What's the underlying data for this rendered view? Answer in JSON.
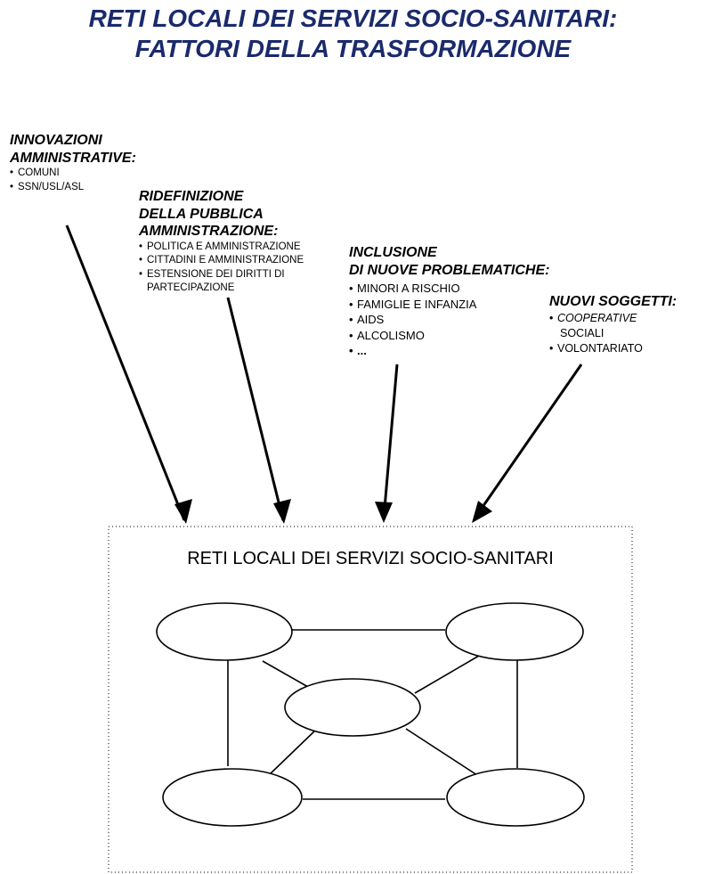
{
  "title": {
    "line1": "RETI LOCALI DEI SERVIZI SOCIO-SANITARI:",
    "line2": "FATTORI DELLA TRASFORMAZIONE"
  },
  "factors": [
    {
      "heading": [
        "INNOVAZIONI",
        "AMMINISTRATIVE:"
      ],
      "items": [
        "COMUNI",
        "SSN/USL/ASL"
      ],
      "bullet": "•"
    },
    {
      "heading": [
        "RIDEFINIZIONE",
        "DELLA PUBBLICA",
        "AMMINISTRAZIONE:"
      ],
      "items": [
        "POLITICA E AMMINISTRAZIONE",
        "CITTADINI E AMMINISTRAZIONE",
        "ESTENSIONE DEI DIRITTI DI",
        "PARTECIPAZIONE"
      ],
      "bullet": "•"
    },
    {
      "heading": [
        "INCLUSIONE",
        "DI NUOVE PROBLEMATICHE:"
      ],
      "items": [
        "MINORI A RISCHIO",
        "FAMIGLIE E INFANZIA",
        "AIDS",
        "ALCOLISMO",
        "..."
      ],
      "bullet": "•"
    },
    {
      "heading": [
        "NUOVI SOGGETTI:"
      ],
      "items": [
        "COOPERATIVE",
        "SOCIALI",
        "VOLONTARIATO"
      ],
      "bullet": "•"
    }
  ],
  "network": {
    "title": "RETI  LOCALI  DEI SERVIZI SOCIO-SANITARI",
    "node_count": 5
  },
  "colors": {
    "title": "#1a2a6c",
    "text": "#000000",
    "lines": "#000000",
    "background": "#ffffff"
  }
}
